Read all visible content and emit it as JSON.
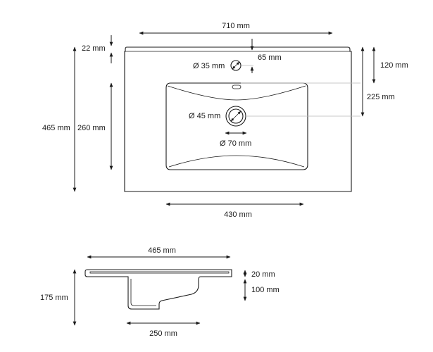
{
  "top_view": {
    "width_total": "710 mm",
    "depth_total": "465 mm",
    "rim_depth": "22 mm",
    "tap_hole_dia": "Ø 35 mm",
    "tap_hole_offset": "65 mm",
    "drain_dia_inner": "Ø 45 mm",
    "drain_dia_outer": "Ø 70 mm",
    "basin_depth": "260 mm",
    "basin_width": "430 mm",
    "dist_top_to_basin": "120 mm",
    "dist_top_to_drain": "225 mm"
  },
  "side_view": {
    "depth": "465 mm",
    "height_total": "175 mm",
    "rim_thickness": "20 mm",
    "bowl_height": "100 mm",
    "bowl_width": "250 mm"
  }
}
